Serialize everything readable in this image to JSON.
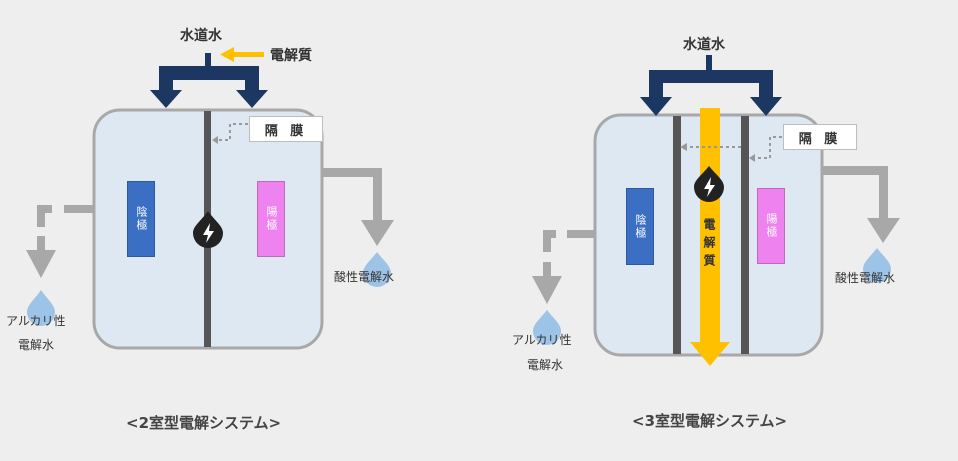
{
  "left": {
    "water_label": "水道水",
    "electrolyte_label": "電解質",
    "membrane_label": "隔 膜",
    "cathode_label": "陰極",
    "anode_label": "陽極",
    "alkaline_line1": "アルカリ性",
    "alkaline_line2": "電解水",
    "acidic_label": "酸性電解水",
    "caption": "<2室型電解システム>"
  },
  "right": {
    "water_label": "水道水",
    "membrane_label": "隔 膜",
    "cathode_label": "陰極",
    "anode_label": "陽極",
    "electrolyte_vertical": "電解質",
    "alkaline_line1": "アルカリ性",
    "alkaline_line2": "電解水",
    "acidic_label": "酸性電解水",
    "caption": "<3室型電解システム>"
  },
  "colors": {
    "tank_fill": "#dde8f3",
    "tank_border": "#a8a8a8",
    "pipe_navy": "#1d3763",
    "membrane_bar": "#555555",
    "cathode": "#3a6fc4",
    "anode": "#ee82ee",
    "electrolyte_arrow": "#ffc000",
    "drain_gray": "#a8a8a8",
    "droplet": "#9dc3e6",
    "power_drop": "#222222"
  },
  "icons": [
    "power-droplet-icon",
    "water-droplet-icon",
    "dotted-leader-arrow-icon"
  ]
}
